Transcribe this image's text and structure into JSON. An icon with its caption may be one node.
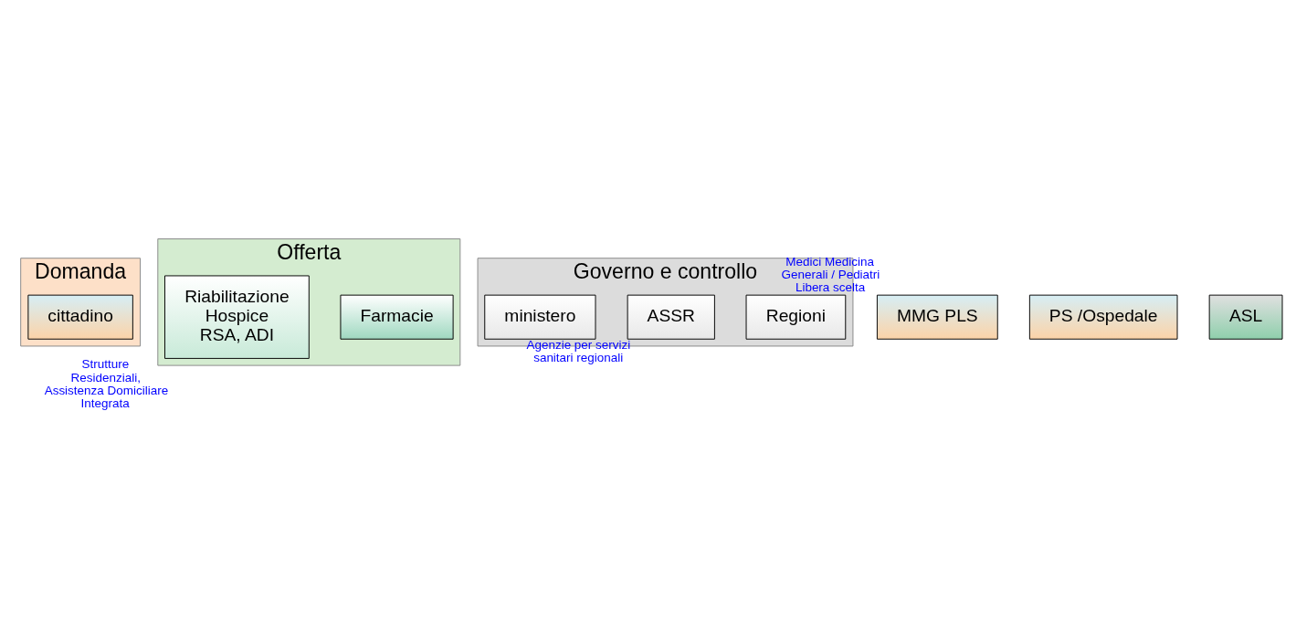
{
  "diagram": {
    "nodes": [
      {
        "text": [
          "Domanda"
        ]
      },
      {
        "text": [
          "Offerta"
        ]
      },
      {
        "text": [
          "Governo e controllo"
        ]
      },
      {
        "text": [
          "Farmacie"
        ],
        "in": 1
      },
      {
        "text": [
          "MMG PLS"
        ],
        "beside": [
          "Medici Medicina Generali / Pediatri Libera scelta"
        ]
      },
      {
        "text": [
          "cittadino"
        ],
        "in": 0
      },
      {
        "text": [
          "PS /Ospedale"
        ]
      },
      {
        "text": [
          "ASL"
        ]
      },
      {
        "text": [
          "Regioni"
        ],
        "in": 2
      },
      {
        "text": [
          "Riabilitazione",
          "Hospice",
          "RSA, ADI"
        ],
        "in": 1,
        "beside": [
          "Strutture Residenziali, Assistenza Domiciliare Integrata"
        ]
      },
      {
        "text": [
          "ASSR"
        ],
        "in": 2,
        "beside": [
          "Agenzie per servizi sanitari regionali"
        ]
      },
      {
        "text": [
          "ministero"
        ],
        "in": 2
      }
    ],
    "edges": []
  }
}
